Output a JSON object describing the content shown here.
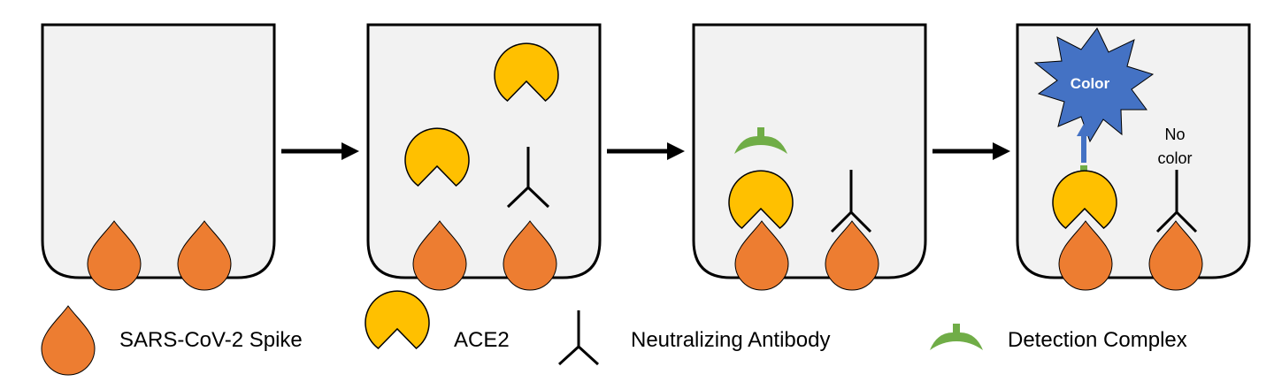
{
  "colors": {
    "spike": "#ED7D31",
    "ace2": "#FFC000",
    "detection": "#70AD47",
    "burst": "#4472C4",
    "well_fill": "#F2F2F2",
    "stroke": "#000000",
    "arrow_up": "#4472C4"
  },
  "burst": {
    "label": "Color"
  },
  "no_color": {
    "line1": "No",
    "line2": "color"
  },
  "legend": {
    "spike": "SARS-CoV-2 Spike",
    "ace2": "ACE2",
    "antibody": "Neutralizing Antibody",
    "detection": "Detection Complex"
  }
}
